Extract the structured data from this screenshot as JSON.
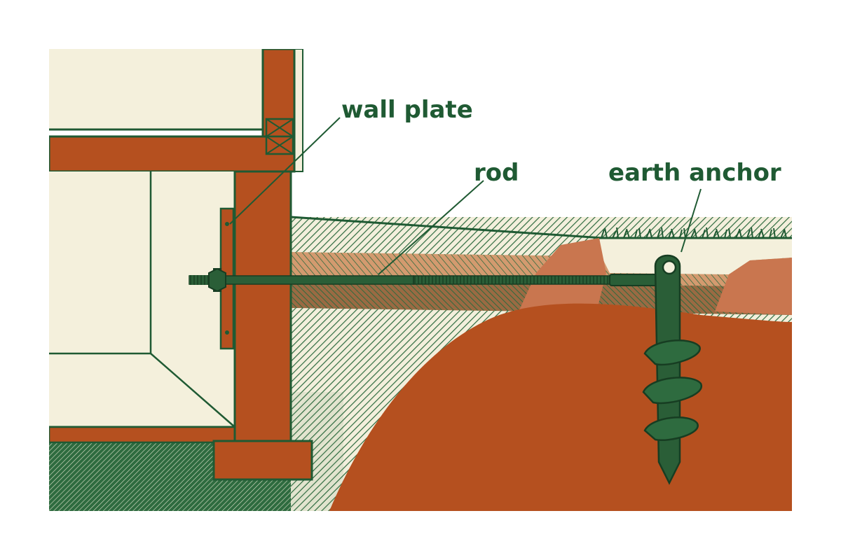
{
  "labels": {
    "wall_plate": "wall plate",
    "rod": "rod",
    "earth_anchor": "earth anchor"
  },
  "colors": {
    "wall_cream": "#f4f0dc",
    "rust": "#b5501f",
    "light_rust": "#c9764f",
    "dark_green": "#1f5a33",
    "soil_green": "#2e6b3f",
    "background": "#ffffff"
  }
}
